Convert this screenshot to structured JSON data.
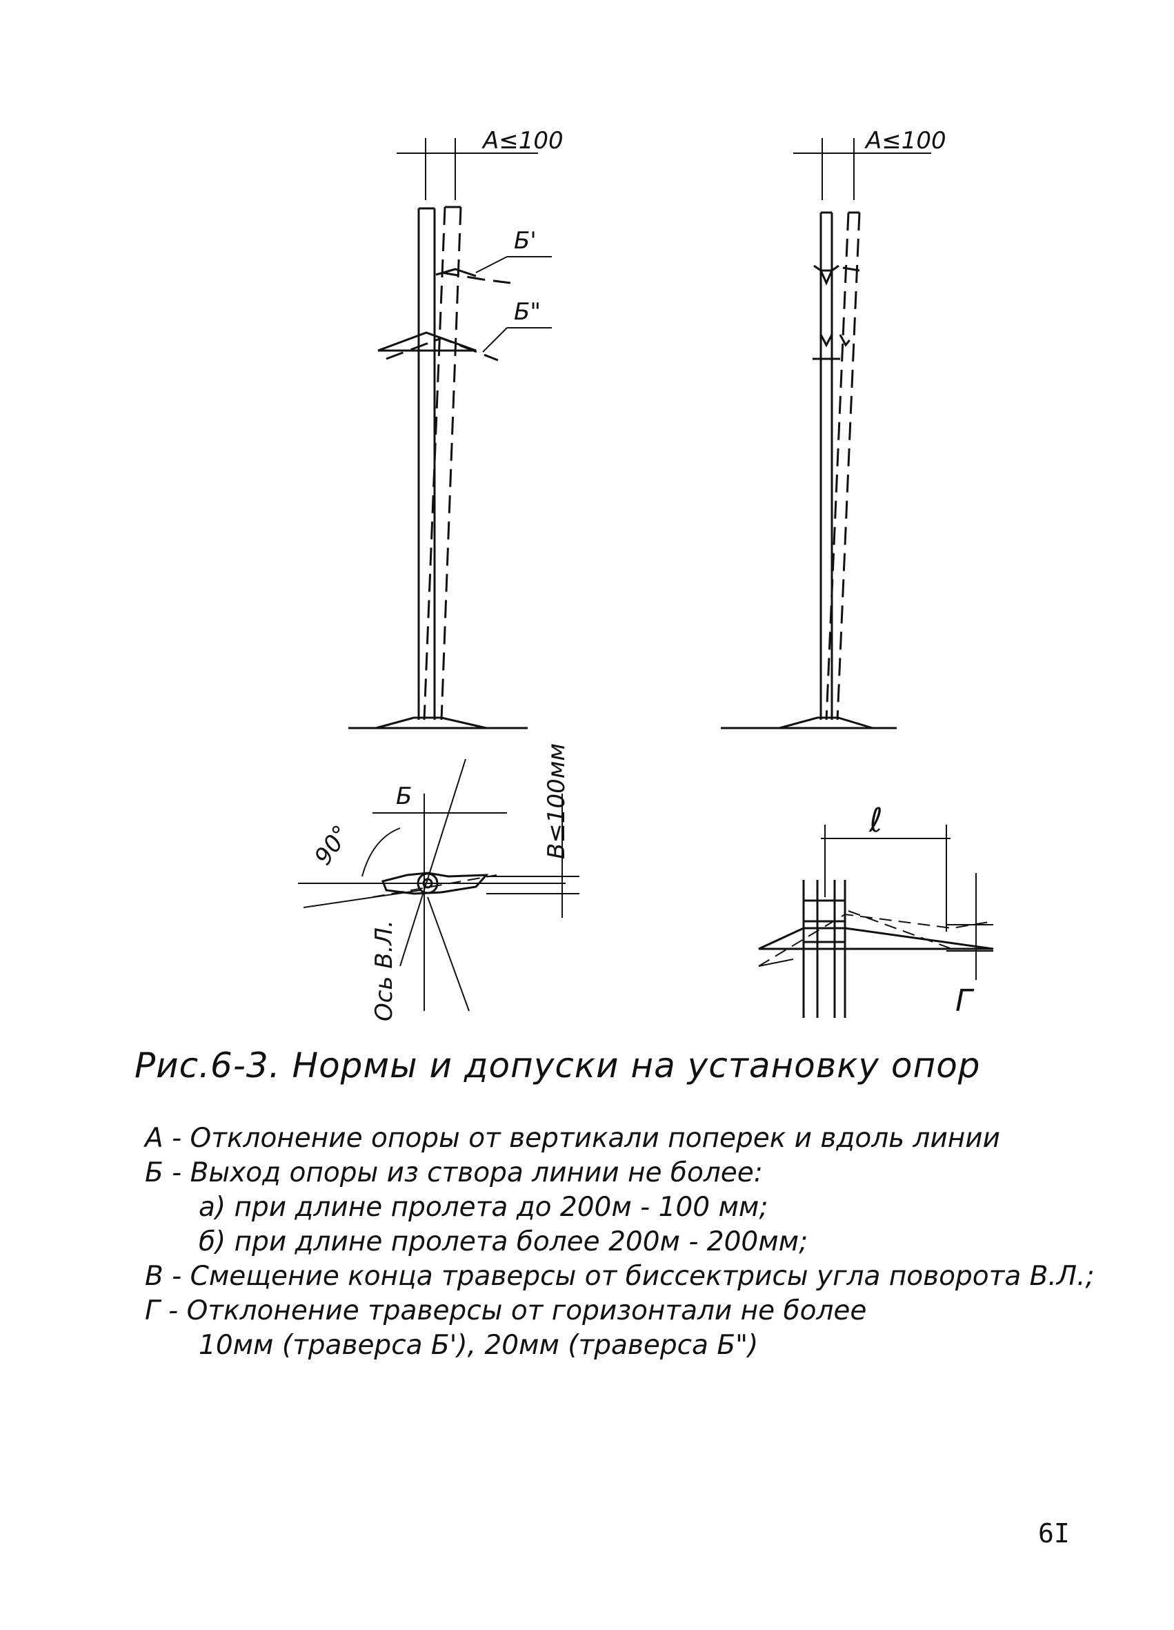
{
  "figure": {
    "caption": "Рис.6-3. Нормы и допуски на установку опор",
    "labels": {
      "dim_a_left": "A≤100",
      "dim_a_right": "A≤100",
      "traverse_b1": "Б'",
      "traverse_b2": "Б\"",
      "dim_b": "Б",
      "angle_90": "90°",
      "dim_v": "B≤100мм",
      "axis_vl": "Ось В.Л.",
      "dim_l": "ℓ",
      "dim_g": "Г"
    }
  },
  "legend": [
    "А - Отклонение опоры от вертикали поперек и вдоль линии",
    "Б - Выход опоры из створа линии не более:",
    "а) при длине пролета до 200м - 100 мм;",
    "б) при длине пролета более 200м - 200мм;",
    "В - Смещение конца траверсы от биссектрисы угла поворота В.Л.;",
    "Г - Отклонение траверсы от горизонтали не более",
    "10мм (траверса Б'), 20мм (траверса Б\")"
  ],
  "page_number": "6I"
}
